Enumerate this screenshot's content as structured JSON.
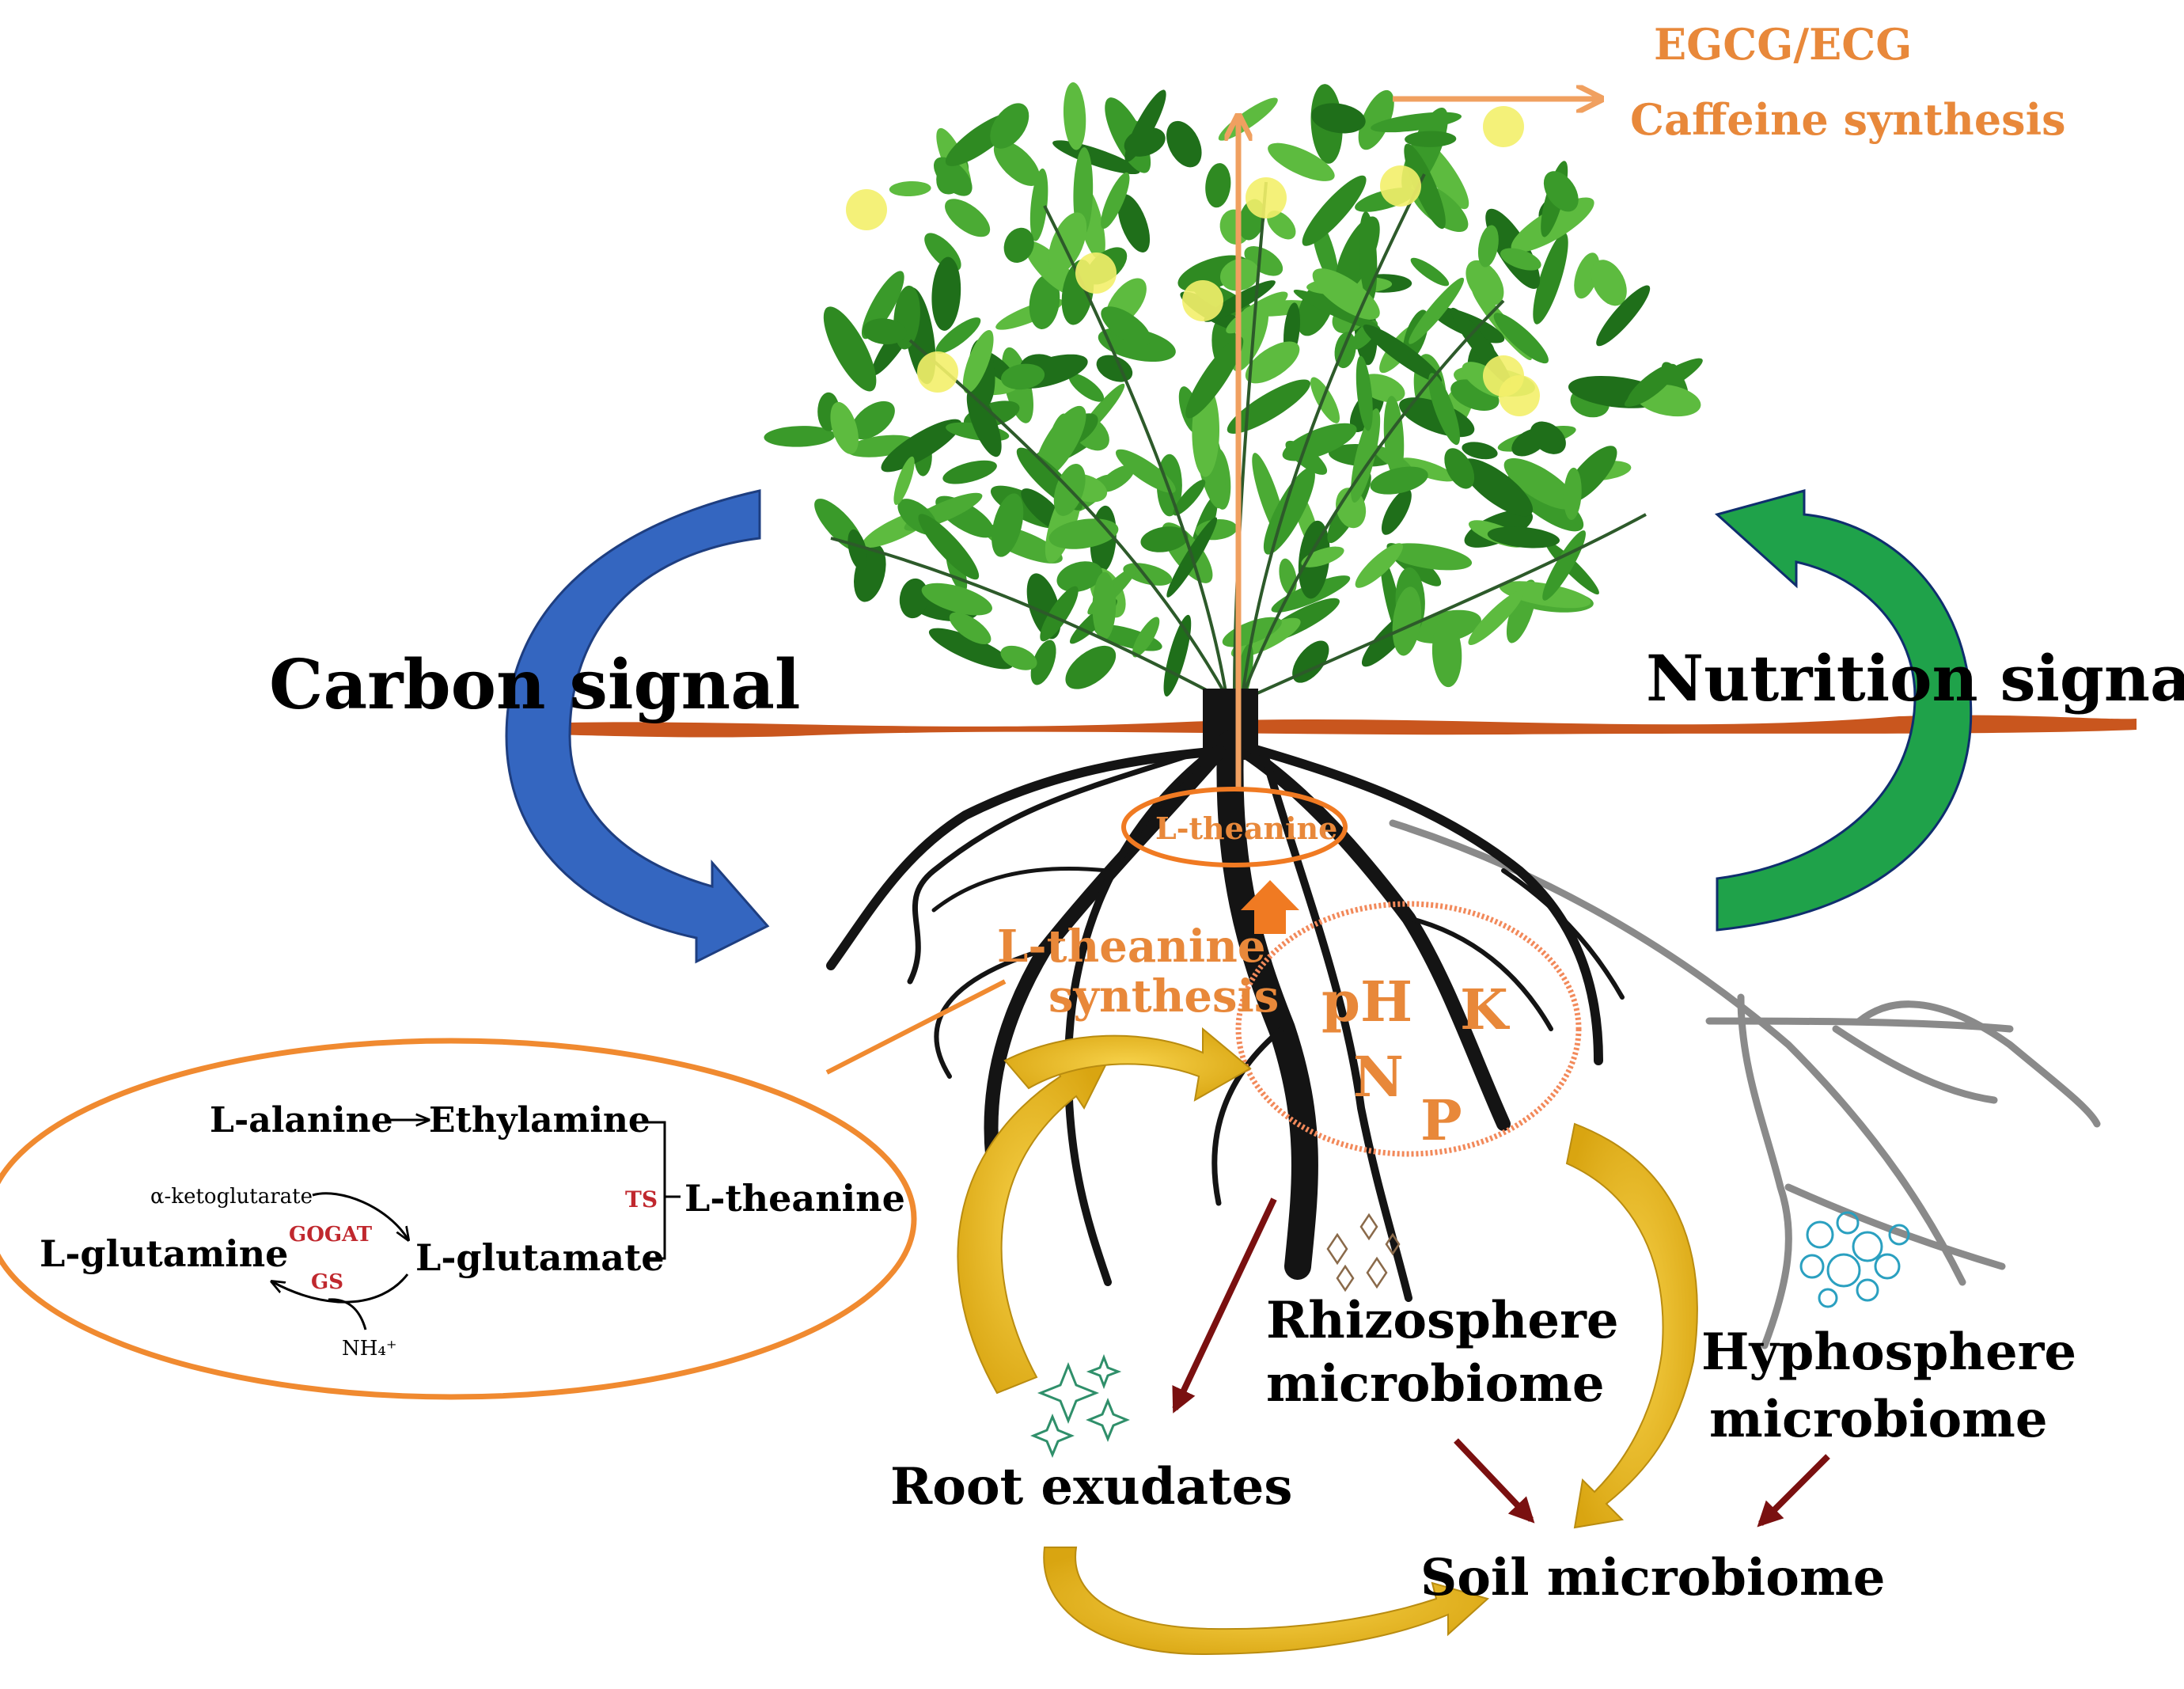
{
  "labels": {
    "egcg": "EGCG/ECG",
    "caffeine": "Caffeine synthesis",
    "carbon_signal": "Carbon signal",
    "nutrition_signal": "Nutrition signal",
    "l_theanine_root": "L-theanine",
    "l_theanine_synthesis_line1": "L-theanine",
    "l_theanine_synthesis_line2": "synthesis",
    "ph": "pH",
    "k": "K",
    "n": "N",
    "p": "P",
    "rhizosphere_line1": "Rhizosphere",
    "rhizosphere_line2": "microbiome",
    "hyphosphere_line1": "Hyphosphere",
    "hyphosphere_line2": "microbiome",
    "root_exudates": "Root exudates",
    "soil_microbiome": "Soil microbiome"
  },
  "pathway": {
    "alanine": "L-alanine",
    "ethylamine": "Ethylamine",
    "theanine": "L-theanine",
    "ts": "TS",
    "ketoglutarate": "α-ketoglutarate",
    "gogat": "GOGAT",
    "gs": "GS",
    "glutamine": "L-glutamine",
    "glutamate": "L-glutamate",
    "nh4": "NH₄⁺"
  },
  "colors": {
    "orange_text": "#e8883a",
    "leaf_green": "#3a9a2a",
    "leaf_dark": "#1f6f1a",
    "flower_yellow": "#f3f06a",
    "soil_line": "#c9561e",
    "root_black": "#141414",
    "hyphae_gray": "#8a8a8a",
    "blue_arrow": "#3466c0",
    "green_arrow": "#1fa24a",
    "gold_arrow": "#e0b01a",
    "maroon_arrow": "#7a1010",
    "ellipse_orange": "#f08a30",
    "enzyme_red": "#c0282e"
  }
}
